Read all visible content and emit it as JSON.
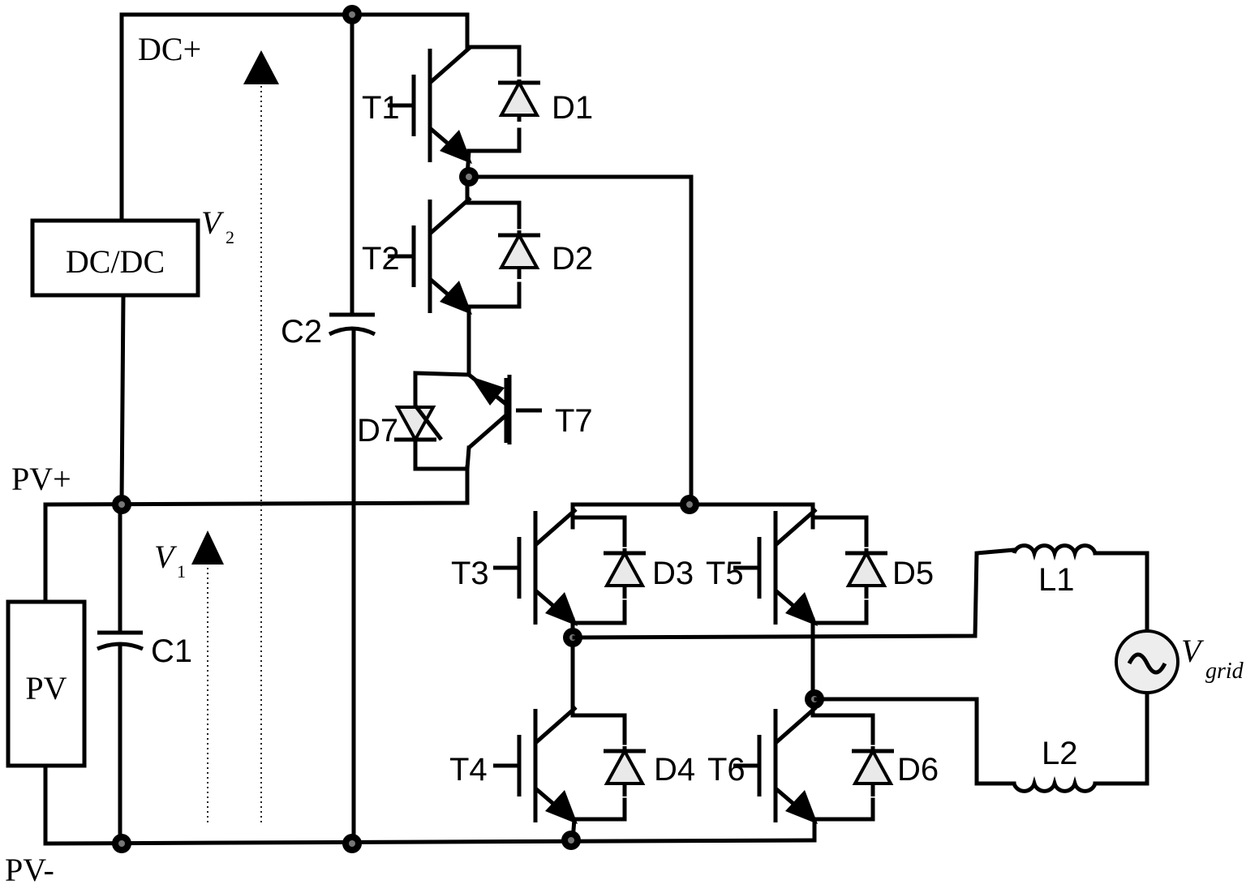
{
  "labels": {
    "dc_plus": "DC+",
    "pv_plus": "PV+",
    "pv_minus": "PV-",
    "dcdc": "DC/DC",
    "pv_box": "PV",
    "v2": "V",
    "v2_sub": "2",
    "v1": "V",
    "v1_sub": "1",
    "c1": "C1",
    "c2": "C2",
    "t1": "T1",
    "t2": "T2",
    "t3": "T3",
    "t4": "T4",
    "t5": "T5",
    "t6": "T6",
    "t7": "T7",
    "d1": "D1",
    "d2": "D2",
    "d3": "D3",
    "d4": "D4",
    "d5": "D5",
    "d6": "D6",
    "d7": "D7",
    "l1": "L1",
    "l2": "L2",
    "vgrid": "V",
    "vgrid_sub": "grid"
  }
}
